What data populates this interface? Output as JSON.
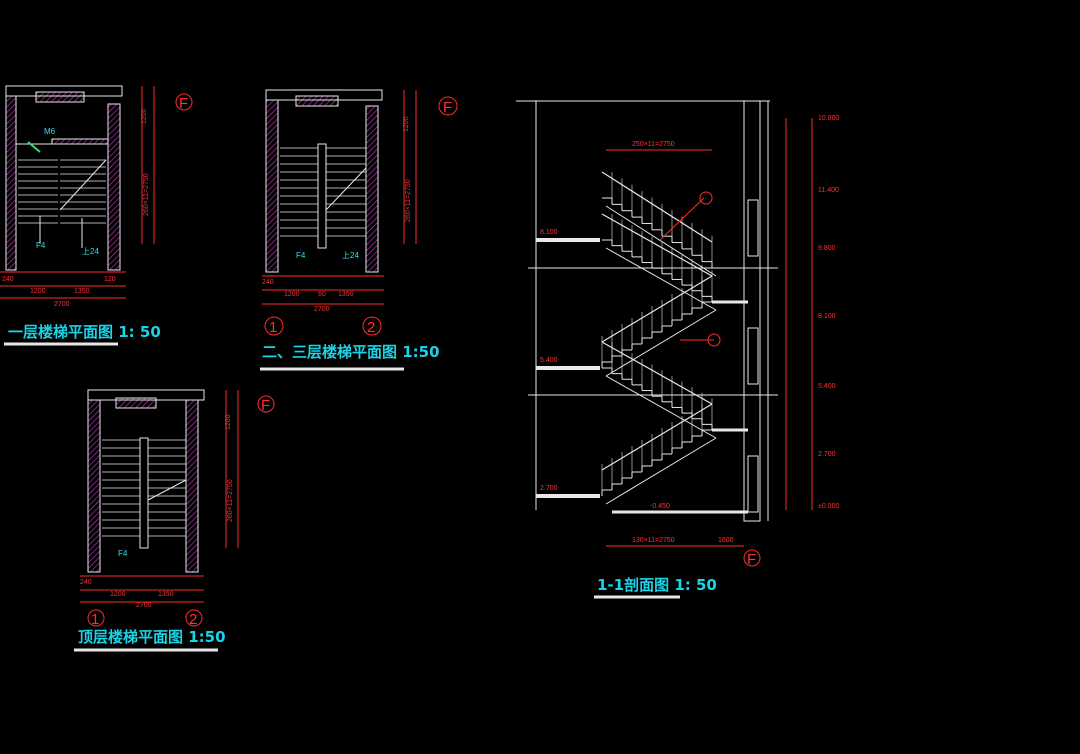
{
  "titles": {
    "plan_first": "一层楼梯平面图 1:  50",
    "plan_mid": "二、三层楼梯平面图 1:50",
    "plan_top": "顶层楼梯平面图 1:50",
    "section": "1-1剖面图 1:  50"
  },
  "axis_labels": {
    "F": "F",
    "one": "1",
    "two": "2"
  },
  "plan_labels": {
    "first_m6": "M6",
    "first_up": "F4",
    "first_down": "上24",
    "mid_up": "F4",
    "mid_down": "上24",
    "top_up": "F4"
  },
  "dimensions": {
    "w_2700": "2700",
    "w_1200": "1200",
    "w_1350": "1350",
    "w_60": "60",
    "w_240": "240",
    "w_120": "120",
    "h_1200": "1200",
    "h_260x11": "260×11=2750",
    "sec_250x11": "250×11=2750",
    "sec_130x11": "130×11=2750",
    "sec_1600": "1600"
  },
  "elevations": {
    "e1": "10.800",
    "e2": "11.400",
    "e3": "9.800",
    "e4": "8.100",
    "e5": "5.400",
    "e6": "2.700",
    "e7": "±0.000",
    "e8": "-0.450"
  },
  "colors": {
    "background": "#000000",
    "lines": "#e8e8e8",
    "dims": "#ff2a2a",
    "titles": "#19d3e6"
  }
}
